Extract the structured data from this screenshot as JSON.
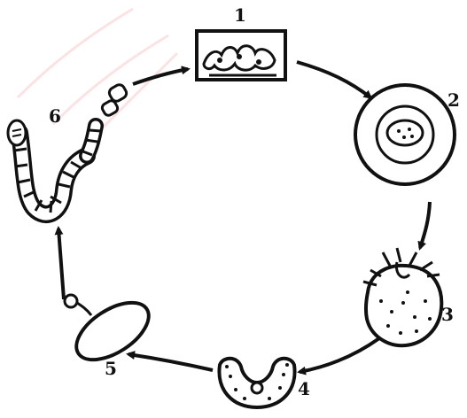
{
  "stages": [
    {
      "label": "1",
      "icon": "cell-mass-icon"
    },
    {
      "label": "2",
      "icon": "zygote-icon"
    },
    {
      "label": "3",
      "icon": "blastula-icon"
    },
    {
      "label": "4",
      "icon": "gastrula-icon"
    },
    {
      "label": "5",
      "icon": "planula-icon"
    },
    {
      "label": "6",
      "icon": "segmented-worm-icon"
    }
  ],
  "colors": {
    "ink": "#111111",
    "watermark": "#e21b2b",
    "background": "#ffffff"
  }
}
